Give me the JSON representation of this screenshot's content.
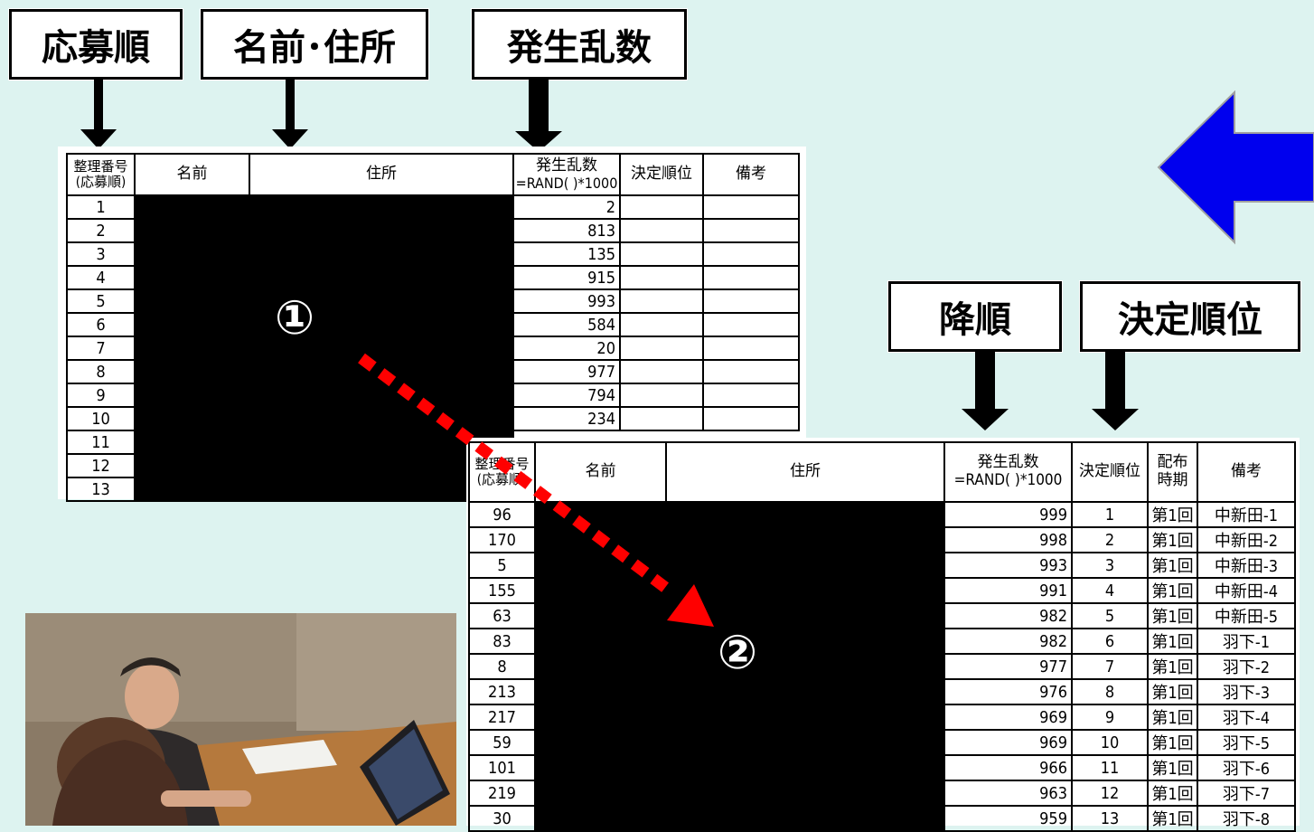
{
  "labels": {
    "application_order": "応募順",
    "name_address": "名前･住所",
    "random_number": "発生乱数",
    "descending": "降順",
    "decision_rank": "決定順位"
  },
  "markers": {
    "step1": "①",
    "step2": "②"
  },
  "colors": {
    "background": "#ddf3f0",
    "left_arrow": "#0000ee",
    "dotted_arrow": "#ff0000"
  },
  "table1": {
    "headers": {
      "id_line1": "整理番号",
      "id_line2": "(応募順)",
      "name": "名前",
      "address": "住所",
      "rand_line1": "発生乱数",
      "rand_line2": "=RAND(  )*1000",
      "rank": "決定順位",
      "notes": "備考"
    },
    "rows": [
      {
        "id": "1",
        "rand": "2"
      },
      {
        "id": "2",
        "rand": "813"
      },
      {
        "id": "3",
        "rand": "135"
      },
      {
        "id": "4",
        "rand": "915"
      },
      {
        "id": "5",
        "rand": "993"
      },
      {
        "id": "6",
        "rand": "584"
      },
      {
        "id": "7",
        "rand": "20"
      },
      {
        "id": "8",
        "rand": "977"
      },
      {
        "id": "9",
        "rand": "794"
      },
      {
        "id": "10",
        "rand": "234"
      },
      {
        "id": "11",
        "rand": ""
      },
      {
        "id": "12",
        "rand": ""
      },
      {
        "id": "13",
        "rand": ""
      }
    ]
  },
  "table2": {
    "headers": {
      "id_line1": "整理番号",
      "id_line2": "(応募順)",
      "name": "名前",
      "address": "住所",
      "rand_line1": "発生乱数",
      "rand_line2": "=RAND(  )*1000",
      "rank": "決定順位",
      "period_line1": "配布",
      "period_line2": "時期",
      "notes": "備考"
    },
    "rows": [
      {
        "id": "96",
        "rand": "999",
        "rank": "1",
        "period": "第1回",
        "note": "中新田-1"
      },
      {
        "id": "170",
        "rand": "998",
        "rank": "2",
        "period": "第1回",
        "note": "中新田-2"
      },
      {
        "id": "5",
        "rand": "993",
        "rank": "3",
        "period": "第1回",
        "note": "中新田-3"
      },
      {
        "id": "155",
        "rand": "991",
        "rank": "4",
        "period": "第1回",
        "note": "中新田-4"
      },
      {
        "id": "63",
        "rand": "982",
        "rank": "5",
        "period": "第1回",
        "note": "中新田-5"
      },
      {
        "id": "83",
        "rand": "982",
        "rank": "6",
        "period": "第1回",
        "note": "羽下-1"
      },
      {
        "id": "8",
        "rand": "977",
        "rank": "7",
        "period": "第1回",
        "note": "羽下-2"
      },
      {
        "id": "213",
        "rand": "976",
        "rank": "8",
        "period": "第1回",
        "note": "羽下-3"
      },
      {
        "id": "217",
        "rand": "969",
        "rank": "9",
        "period": "第1回",
        "note": "羽下-4"
      },
      {
        "id": "59",
        "rand": "969",
        "rank": "10",
        "period": "第1回",
        "note": "羽下-5"
      },
      {
        "id": "101",
        "rand": "966",
        "rank": "11",
        "period": "第1回",
        "note": "羽下-6"
      },
      {
        "id": "219",
        "rand": "963",
        "rank": "12",
        "period": "第1回",
        "note": "羽下-7"
      },
      {
        "id": "30",
        "rand": "959",
        "rank": "13",
        "period": "第1回",
        "note": "羽下-8"
      }
    ]
  }
}
